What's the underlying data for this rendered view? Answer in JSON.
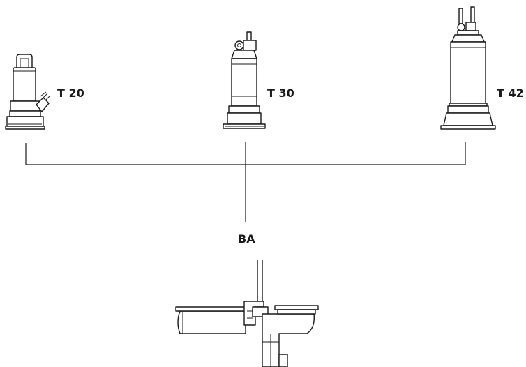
{
  "pumps": [
    {
      "label": "T 20",
      "icon": "submersible-pump-small"
    },
    {
      "label": "T 30",
      "icon": "submersible-pump-medium"
    },
    {
      "label": "T 42",
      "icon": "submersible-pump-large"
    }
  ],
  "base_label": "BA",
  "base_icon": "auto-coupling-base"
}
